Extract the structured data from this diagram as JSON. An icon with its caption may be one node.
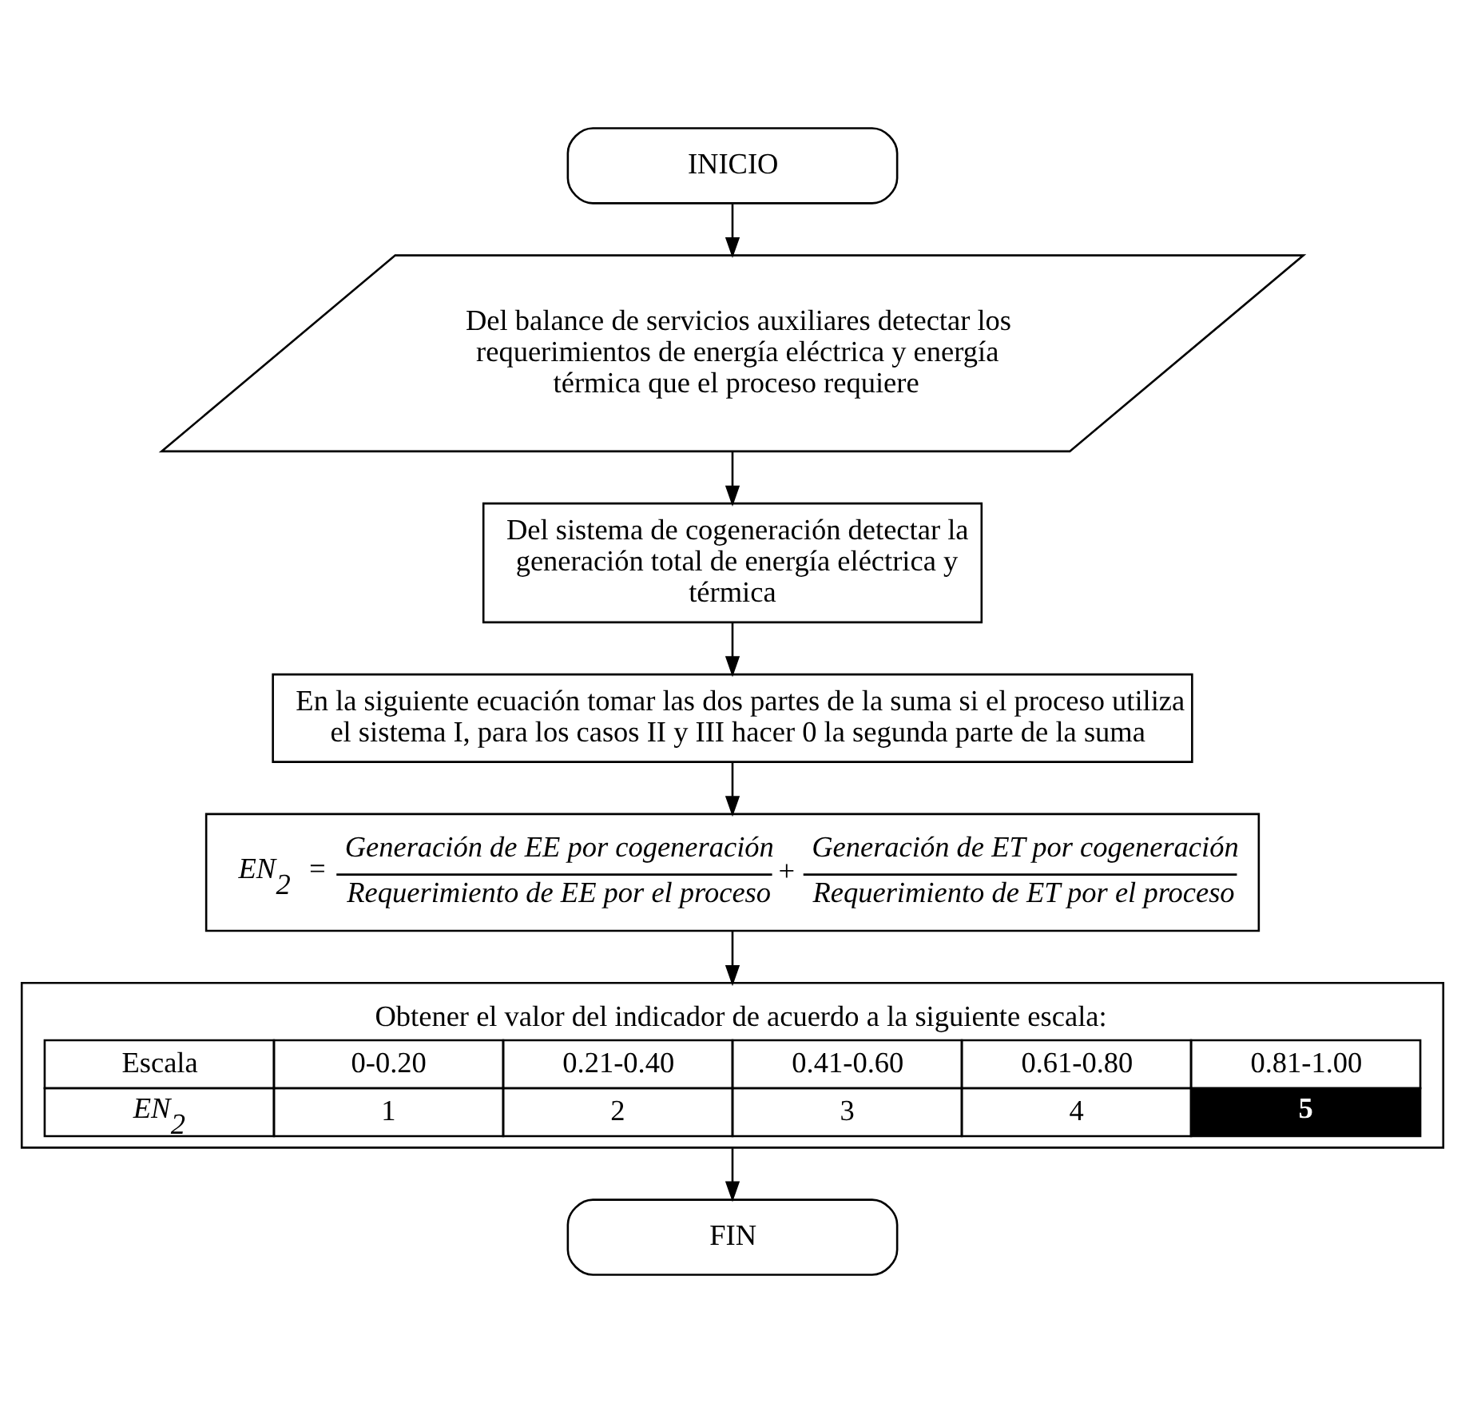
{
  "diagram": {
    "nodes": [
      {
        "text": [
          "INICIO"
        ]
      },
      {
        "text": [
          "Del balance de servicios auxiliares detectar los requerimientos de energía eléctrica y energía térmica que el proceso requiere"
        ]
      },
      {
        "text": [
          "Del sistema de cogeneración detectar la generación total de energía eléctrica y térmica"
        ]
      },
      {
        "text": [
          "En la siguiente ecuación tomar las dos partes de la suma si el proceso utiliza el sistema I, para los casos II y III hacer 0 la segunda parte de la suma"
        ]
      },
      {
        "text": [
          "EN$_{2}$ =",
          "Generación de EE por cogeneración",
          "Requerimiento de EE por el proceso",
          "+",
          "Generación de ET por cogeneración",
          "Requerimiento de ET por el proceso"
        ]
      },
      {
        "text": [
          "Obtener el valor del indicador de acuerdo a la siguiente escala:",
          "Escala",
          "0-0.20",
          "0.21-0.40",
          "0.41-0.60",
          "0.61-0.80",
          "0.81-1.00",
          "EN$_{2}$",
          "1",
          "2",
          "3",
          "4",
          "5"
        ]
      },
      {
        "text": [
          "FIN"
        ]
      }
    ],
    "edges": [
      {
        "from": 0,
        "to": 1,
        "arrow": "to"
      },
      {
        "from": 1,
        "to": 2,
        "arrow": "to"
      },
      {
        "from": 2,
        "to": 3,
        "arrow": "to"
      },
      {
        "from": 3,
        "to": 4,
        "arrow": "to"
      },
      {
        "from": 4,
        "to": 5,
        "arrow": "to"
      },
      {
        "from": 5,
        "to": 6,
        "arrow": "to"
      }
    ]
  }
}
